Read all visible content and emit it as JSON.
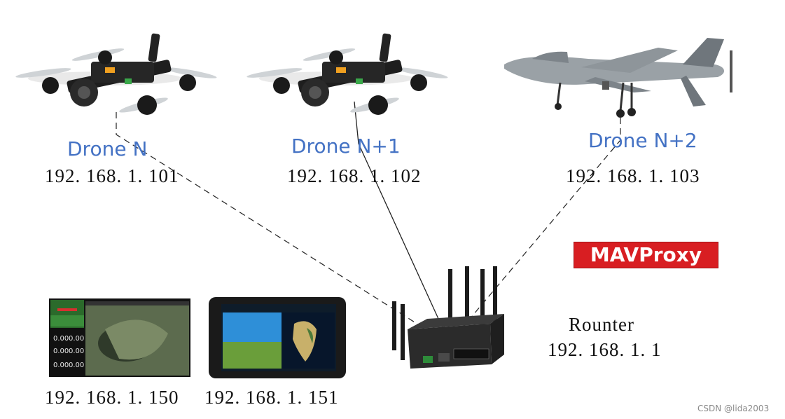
{
  "drones": [
    {
      "name": "Drone N",
      "ip": "192. 168. 1. 101"
    },
    {
      "name": "Drone N+1",
      "ip": "192. 168. 1. 102"
    },
    {
      "name": "Drone N+2",
      "ip": "192. 168. 1. 103"
    }
  ],
  "router": {
    "label": "Rounter",
    "ip": "192. 168. 1. 1"
  },
  "ground_stations": [
    {
      "ip": "192. 168. 1. 150",
      "screen_values": [
        "0.00",
        "0.00",
        "0.00",
        "0.00",
        "0.00",
        "0.00"
      ]
    },
    {
      "ip": "192. 168. 1. 151"
    }
  ],
  "mavproxy_logo": "MAVProxy",
  "watermark": "CSDN @lida2003",
  "colors": {
    "drone_label": "#4472C4",
    "mavproxy_bg": "#d81e22",
    "link_line": "#222222"
  }
}
